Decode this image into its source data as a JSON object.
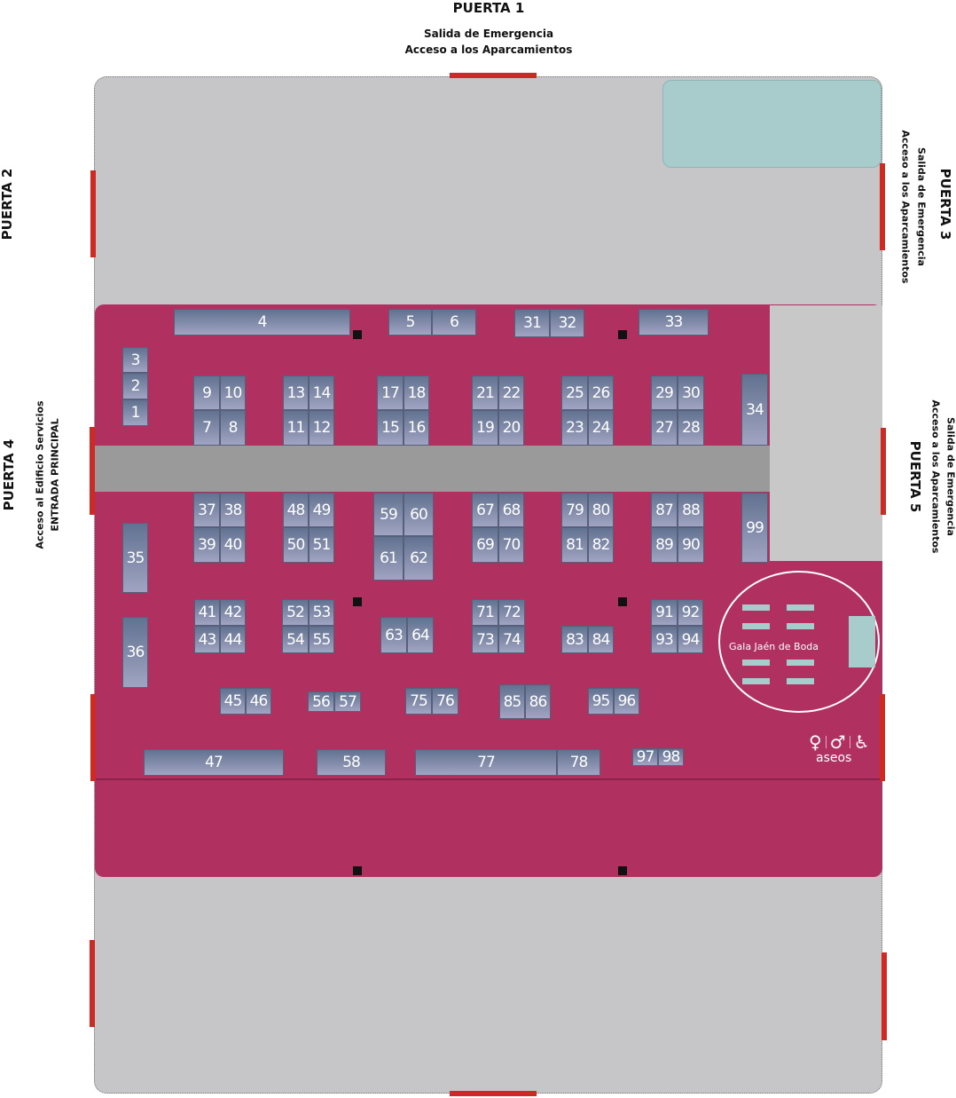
{
  "doors": {
    "puerta1": {
      "title": "PUERTA  1",
      "line1": "Salida de Emergencia",
      "line2": "Acceso a los Aparcamientos"
    },
    "puerta2": {
      "title": "PUERTA  2"
    },
    "puerta3": {
      "title": "PUERTA  3",
      "line1": "Salida de Emergencia",
      "line2": "Acceso a los Aparcamientos"
    },
    "puerta4": {
      "title": "PUERTA  4",
      "line1": "Acceso al Edificio Servicios",
      "line2": "ENTRADA PRINCIPAL"
    },
    "puerta5": {
      "title": "PUERTA  5",
      "line1": "Salida de Emergencia",
      "line2": "Acceso a los Aparcamientos"
    }
  },
  "booths": [
    "4",
    "5",
    "6",
    "31",
    "32",
    "33",
    "3",
    "2",
    "1",
    "9",
    "10",
    "7",
    "8",
    "13",
    "14",
    "11",
    "12",
    "17",
    "18",
    "15",
    "16",
    "21",
    "22",
    "19",
    "20",
    "25",
    "26",
    "23",
    "24",
    "29",
    "30",
    "27",
    "28",
    "34",
    "37",
    "38",
    "39",
    "40",
    "48",
    "49",
    "50",
    "51",
    "59",
    "60",
    "61",
    "62",
    "67",
    "68",
    "69",
    "70",
    "79",
    "80",
    "81",
    "82",
    "87",
    "88",
    "89",
    "90",
    "99",
    "35",
    "36",
    "41",
    "42",
    "43",
    "44",
    "52",
    "53",
    "54",
    "55",
    "63",
    "64",
    "71",
    "72",
    "73",
    "74",
    "83",
    "84",
    "91",
    "92",
    "93",
    "94",
    "45",
    "46",
    "56",
    "57",
    "75",
    "76",
    "85",
    "86",
    "95",
    "96",
    "47",
    "58",
    "77",
    "78",
    "97",
    "98"
  ],
  "gala": {
    "label": "Gala Jaén de Boda"
  },
  "aseos": {
    "label": "aseos",
    "icons": [
      "woman-icon",
      "man-icon",
      "wheelchair-icon"
    ]
  },
  "colors": {
    "hall": "#b03060",
    "door": "#cc2a22",
    "pool": "#a8cccc"
  }
}
